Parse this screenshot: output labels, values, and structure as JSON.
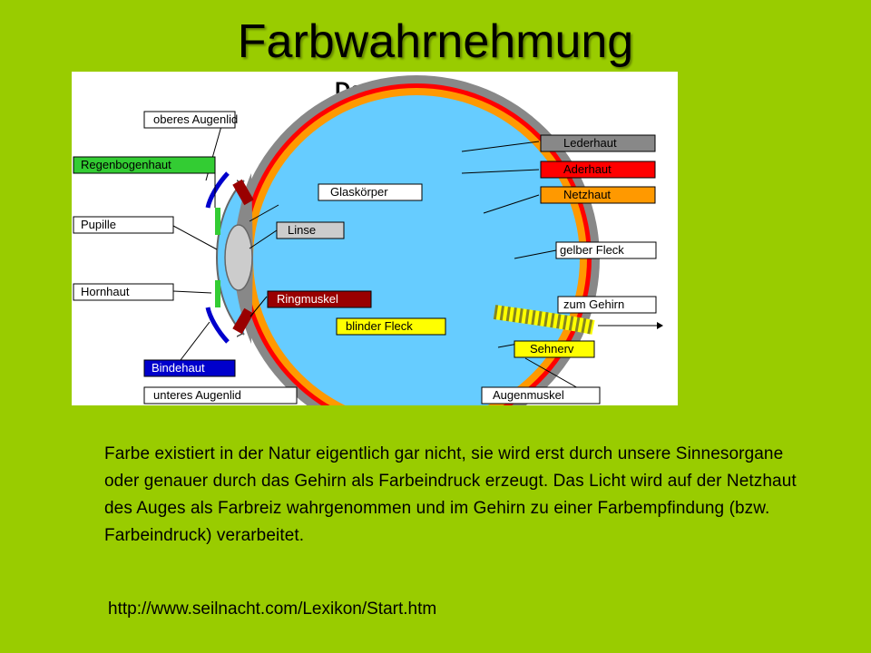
{
  "slide": {
    "title": "Farbwahrnehmung",
    "body": "Farbe existiert in der Natur eigentlich gar nicht, sie wird erst durch unsere Sinnesorgane oder genauer durch das Gehirn als Farbeindruck erzeugt. Das Licht wird auf der Netzhaut des Auges als Farbreiz wahrgenommen und im Gehirn zu einer Farbempfindung (bzw. Farbeindruck) verarbeitet.",
    "source": "http://www.seilnacht.com/Lexikon/Start.htm"
  },
  "diagram": {
    "title": "Das Auge",
    "labels": {
      "oberes_augenlid": "oberes Augenlid",
      "regenbogenhaut": "Regenbogenhaut",
      "pupille": "Pupille",
      "hornhaut": "Hornhaut",
      "bindehaut": "Bindehaut",
      "unteres_augenlid": "unteres Augenlid",
      "glaskoerper": "Glaskörper",
      "linse": "Linse",
      "ringmuskel": "Ringmuskel",
      "blinder_fleck": "blinder Fleck",
      "lederhaut": "Lederhaut",
      "aderhaut": "Aderhaut",
      "netzhaut": "Netzhaut",
      "gelber_fleck": "gelber Fleck",
      "zum_gehirn": "zum Gehirn",
      "sehnerv": "Sehnerv",
      "augenmuskel": "Augenmuskel"
    },
    "colors": {
      "background": "#99cc00",
      "vitreous": "#66ccff",
      "sclera": "#888888",
      "choroid": "#ff0000",
      "retina": "#ff9900",
      "iris": "#33cc33",
      "lens": "#cccccc",
      "conjunctiva": "#0000cc",
      "ciliary_muscle": "#990000",
      "optic_nerve": "#ffff00"
    }
  }
}
